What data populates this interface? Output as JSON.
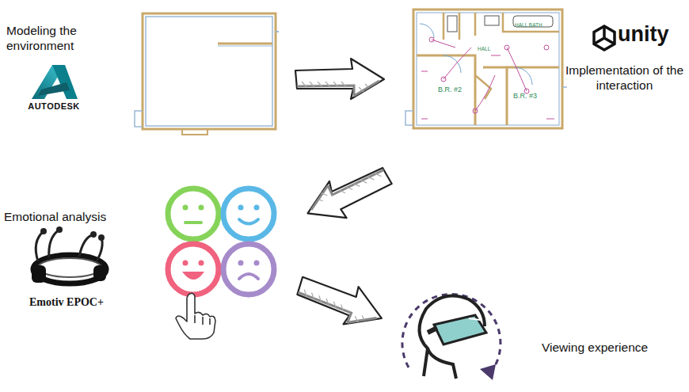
{
  "diagram": {
    "labels": [
      "Modeling the environment",
      "AUTODESK",
      "HALL",
      "HALL BATH",
      "B.R. #2",
      "B.R. #3",
      "unity",
      "Implementation of the interaction",
      "Emotional analysis",
      "Emotiv EPOC+",
      "Viewing experience"
    ]
  }
}
